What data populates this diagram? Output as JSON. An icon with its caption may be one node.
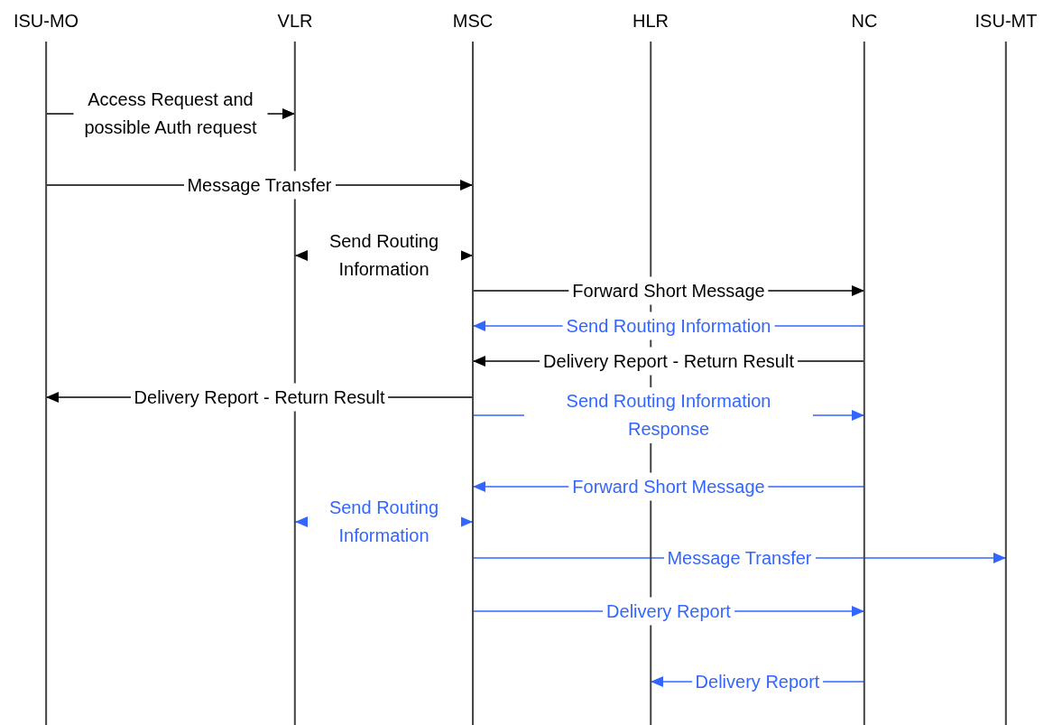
{
  "diagram": {
    "nodes": [
      {
        "text": [
          "ISU-MO"
        ]
      },
      {
        "text": [
          "VLR"
        ]
      },
      {
        "text": [
          "MSC"
        ]
      },
      {
        "text": [
          "HLR"
        ]
      },
      {
        "text": [
          "NC"
        ]
      },
      {
        "text": [
          "ISU-MT"
        ]
      }
    ],
    "edges": [
      {
        "from": 0,
        "to": 1,
        "arrow": "to",
        "label": "Access Request and possible Auth request",
        "color": "#000000"
      },
      {
        "from": 0,
        "to": 2,
        "arrow": "to",
        "label": "Message Transfer",
        "color": "#000000"
      },
      {
        "from": 2,
        "to": 1,
        "arrow": "both",
        "label": "Send Routing Information",
        "color": "#000000"
      },
      {
        "from": 2,
        "to": 4,
        "arrow": "to",
        "label": "Forward Short Message",
        "color": "#000000"
      },
      {
        "from": 4,
        "to": 2,
        "arrow": "to",
        "label": "Send Routing Information"
      },
      {
        "from": 4,
        "to": 2,
        "arrow": "to",
        "label": "Delivery Report - Return Result",
        "color": "#000000"
      },
      {
        "from": 2,
        "to": 0,
        "arrow": "to",
        "label": "Delivery Report - Return Result",
        "color": "#000000"
      },
      {
        "from": 2,
        "to": 4,
        "arrow": "to",
        "label": "Send Routing Information Response"
      },
      {
        "from": 4,
        "to": 2,
        "arrow": "to",
        "label": "Forward Short Message"
      },
      {
        "from": 2,
        "to": 1,
        "arrow": "both",
        "label": "Send Routing Information"
      },
      {
        "from": 2,
        "to": 5,
        "arrow": "to",
        "label": "Message Transfer"
      },
      {
        "from": 2,
        "to": 4,
        "arrow": "to",
        "label": "Delivery Report"
      },
      {
        "from": 4,
        "to": 3,
        "arrow": "to",
        "label": "Delivery Report"
      }
    ]
  }
}
